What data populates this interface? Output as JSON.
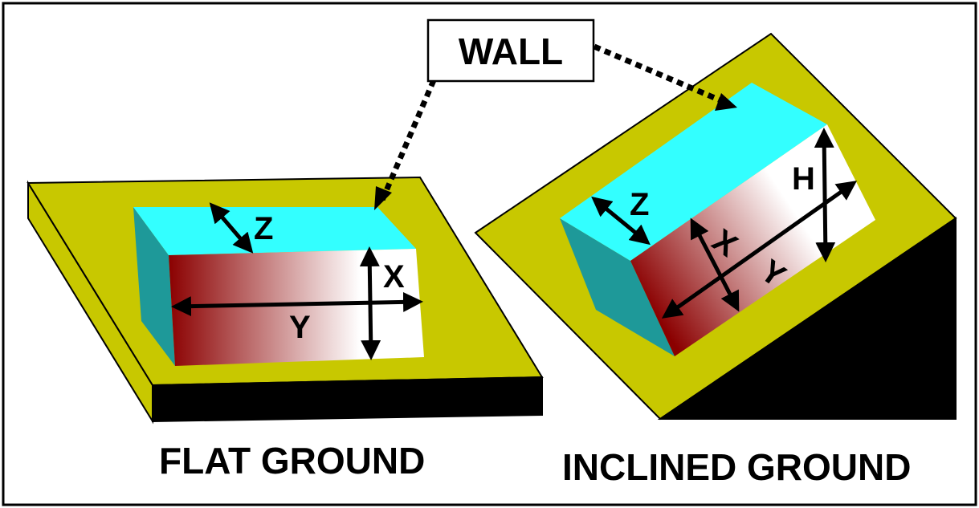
{
  "callout": {
    "label": "WALL"
  },
  "flat": {
    "caption": "FLAT GROUND",
    "dims": {
      "z": "Z",
      "x": "X",
      "y": "Y"
    }
  },
  "inclined": {
    "caption": "INCLINED GROUND",
    "dims": {
      "z": "Z",
      "x": "X",
      "y": "Y",
      "h": "H"
    }
  },
  "colors": {
    "ground": "#c8c800",
    "base": "#000000",
    "wall_top": "#33ffff",
    "wall_side": "#1e9999",
    "wall_front_dark": "#8b0000",
    "wall_front_light": "#ffffff"
  }
}
